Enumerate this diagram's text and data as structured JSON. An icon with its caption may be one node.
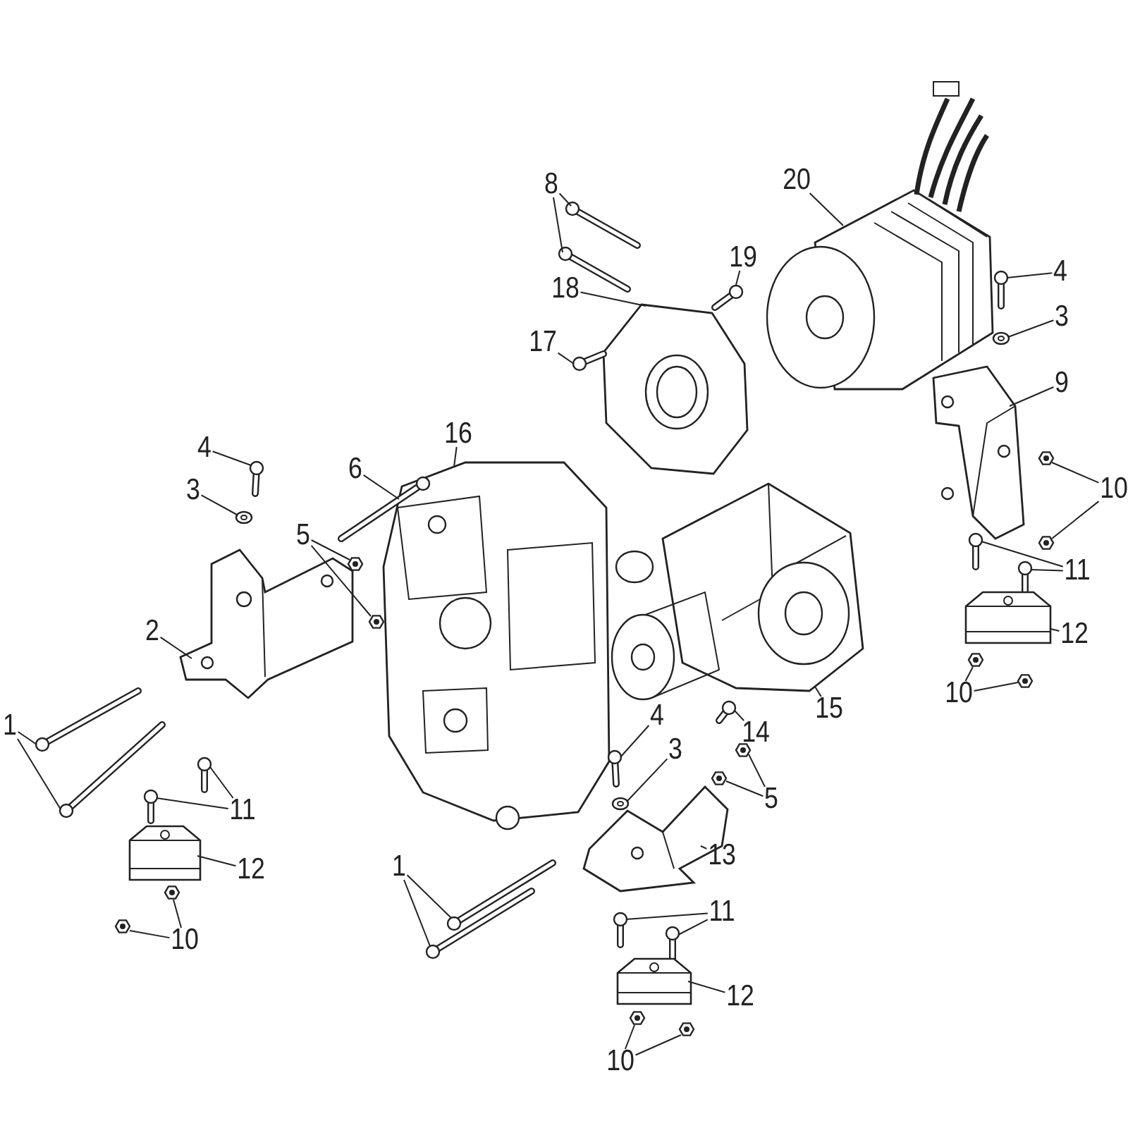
{
  "diagram": {
    "nodes": [
      {
        "text": [
          "8"
        ]
      },
      {
        "text": [],
        "shape": "bolt"
      },
      {
        "text": [],
        "shape": "bolt"
      },
      {
        "text": [
          "20"
        ]
      },
      {
        "text": [],
        "shape": "motor"
      },
      {
        "text": [
          "19"
        ]
      },
      {
        "text": [],
        "shape": "bolt"
      },
      {
        "text": [
          "18"
        ]
      },
      {
        "text": [],
        "shape": "plate"
      },
      {
        "text": [
          "17"
        ]
      },
      {
        "text": [],
        "shape": "bolt"
      },
      {
        "text": [
          "4"
        ]
      },
      {
        "text": [],
        "shape": "bolt"
      },
      {
        "text": [
          "3"
        ]
      },
      {
        "text": [],
        "shape": "washer"
      },
      {
        "text": [
          "9"
        ]
      },
      {
        "text": [],
        "shape": "bracket"
      },
      {
        "text": [
          "10"
        ]
      },
      {
        "text": [],
        "shape": "nut"
      },
      {
        "text": [],
        "shape": "nut"
      },
      {
        "text": [
          "4"
        ]
      },
      {
        "text": [],
        "shape": "bolt"
      },
      {
        "text": [
          "3"
        ]
      },
      {
        "text": [],
        "shape": "washer"
      },
      {
        "text": [
          "6"
        ]
      },
      {
        "text": [],
        "shape": "bolt"
      },
      {
        "text": [
          "16"
        ]
      },
      {
        "text": [],
        "shape": "gearbox"
      },
      {
        "text": [
          "5"
        ]
      },
      {
        "text": [],
        "shape": "nut"
      },
      {
        "text": [],
        "shape": "nut"
      },
      {
        "text": [
          "11"
        ]
      },
      {
        "text": [],
        "shape": "bolt"
      },
      {
        "text": [],
        "shape": "bolt"
      },
      {
        "text": [
          "2"
        ]
      },
      {
        "text": [],
        "shape": "bracket"
      },
      {
        "text": [
          "12"
        ]
      },
      {
        "text": [],
        "shape": "mount"
      },
      {
        "text": [
          "15"
        ]
      },
      {
        "text": [],
        "shape": "gearbox"
      },
      {
        "text": [
          "10"
        ]
      },
      {
        "text": [],
        "shape": "nut"
      },
      {
        "text": [],
        "shape": "nut"
      },
      {
        "text": [
          "14"
        ]
      },
      {
        "text": [],
        "shape": "bolt"
      },
      {
        "text": [
          "1"
        ]
      },
      {
        "text": [],
        "shape": "bolt"
      },
      {
        "text": [],
        "shape": "bolt"
      },
      {
        "text": [
          "4"
        ]
      },
      {
        "text": [],
        "shape": "bolt"
      },
      {
        "text": [
          "3"
        ]
      },
      {
        "text": [],
        "shape": "washer"
      },
      {
        "text": [
          "5"
        ]
      },
      {
        "text": [],
        "shape": "nut"
      },
      {
        "text": [],
        "shape": "nut"
      },
      {
        "text": [
          "11"
        ]
      },
      {
        "text": [],
        "shape": "bolt"
      },
      {
        "text": [],
        "shape": "bolt"
      },
      {
        "text": [
          "13"
        ]
      },
      {
        "text": [],
        "shape": "bracket"
      },
      {
        "text": [
          "12"
        ]
      },
      {
        "text": [],
        "shape": "mount"
      },
      {
        "text": [
          "1"
        ]
      },
      {
        "text": [],
        "shape": "bolt"
      },
      {
        "text": [],
        "shape": "bolt"
      },
      {
        "text": [
          "11"
        ]
      },
      {
        "text": [],
        "shape": "bolt"
      },
      {
        "text": [],
        "shape": "bolt"
      },
      {
        "text": [
          "10"
        ]
      },
      {
        "text": [],
        "shape": "nut"
      },
      {
        "text": [],
        "shape": "nut"
      },
      {
        "text": [
          "12"
        ]
      },
      {
        "text": [],
        "shape": "mount"
      },
      {
        "text": [
          "10"
        ]
      },
      {
        "text": [],
        "shape": "nut"
      },
      {
        "text": [],
        "shape": "nut"
      }
    ],
    "edges": [
      {
        "from": 0,
        "to": 1,
        "arrow": "none"
      },
      {
        "from": 0,
        "to": 2,
        "arrow": "none"
      },
      {
        "from": 3,
        "to": 4,
        "arrow": "none"
      },
      {
        "from": 5,
        "to": 6,
        "arrow": "none"
      },
      {
        "from": 7,
        "to": 8,
        "arrow": "none"
      },
      {
        "from": 9,
        "to": 10,
        "arrow": "none"
      },
      {
        "from": 11,
        "to": 12,
        "arrow": "none"
      },
      {
        "from": 13,
        "to": 14,
        "arrow": "none"
      },
      {
        "from": 15,
        "to": 16,
        "arrow": "none"
      },
      {
        "from": 17,
        "to": 18,
        "arrow": "none"
      },
      {
        "from": 17,
        "to": 19,
        "arrow": "none"
      },
      {
        "from": 20,
        "to": 21,
        "arrow": "none"
      },
      {
        "from": 22,
        "to": 23,
        "arrow": "none"
      },
      {
        "from": 24,
        "to": 25,
        "arrow": "none"
      },
      {
        "from": 26,
        "to": 27,
        "arrow": "none"
      },
      {
        "from": 28,
        "to": 29,
        "arrow": "none"
      },
      {
        "from": 28,
        "to": 30,
        "arrow": "none"
      },
      {
        "from": 31,
        "to": 32,
        "arrow": "none"
      },
      {
        "from": 31,
        "to": 33,
        "arrow": "none"
      },
      {
        "from": 34,
        "to": 35,
        "arrow": "none"
      },
      {
        "from": 36,
        "to": 37,
        "arrow": "none"
      },
      {
        "from": 38,
        "to": 39,
        "arrow": "none"
      },
      {
        "from": 40,
        "to": 41,
        "arrow": "none"
      },
      {
        "from": 40,
        "to": 42,
        "arrow": "none"
      },
      {
        "from": 43,
        "to": 44,
        "arrow": "none"
      },
      {
        "from": 45,
        "to": 46,
        "arrow": "none"
      },
      {
        "from": 45,
        "to": 47,
        "arrow": "none"
      },
      {
        "from": 48,
        "to": 49,
        "arrow": "none"
      },
      {
        "from": 50,
        "to": 51,
        "arrow": "none"
      },
      {
        "from": 52,
        "to": 53,
        "arrow": "none"
      },
      {
        "from": 52,
        "to": 54,
        "arrow": "none"
      },
      {
        "from": 55,
        "to": 56,
        "arrow": "none"
      },
      {
        "from": 55,
        "to": 57,
        "arrow": "none"
      },
      {
        "from": 58,
        "to": 59,
        "arrow": "none"
      },
      {
        "from": 60,
        "to": 61,
        "arrow": "none"
      },
      {
        "from": 62,
        "to": 63,
        "arrow": "none"
      },
      {
        "from": 62,
        "to": 64,
        "arrow": "none"
      },
      {
        "from": 65,
        "to": 66,
        "arrow": "none"
      },
      {
        "from": 65,
        "to": 67,
        "arrow": "none"
      },
      {
        "from": 68,
        "to": 69,
        "arrow": "none"
      },
      {
        "from": 68,
        "to": 70,
        "arrow": "none"
      },
      {
        "from": 71,
        "to": 72,
        "arrow": "none"
      },
      {
        "from": 73,
        "to": 74,
        "arrow": "none"
      },
      {
        "from": 73,
        "to": 75,
        "arrow": "none"
      }
    ]
  }
}
